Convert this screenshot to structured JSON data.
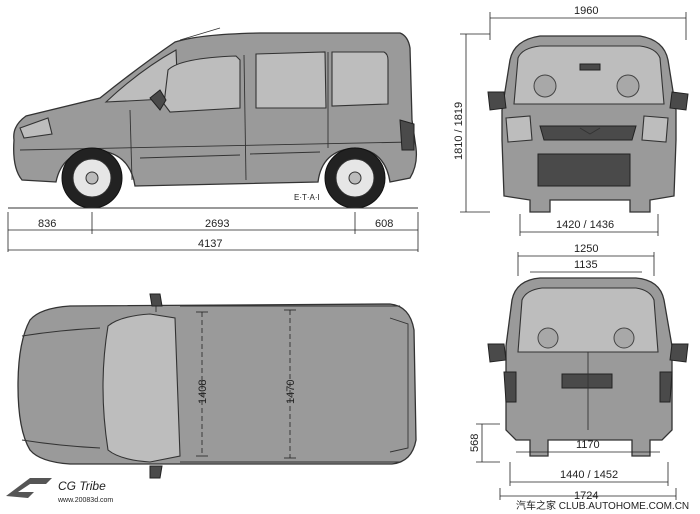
{
  "side_view": {
    "front_overhang": "836",
    "wheelbase": "2693",
    "rear_overhang": "608",
    "overall_length": "4137",
    "badge": "E·T·A·I"
  },
  "front_view": {
    "overall_width": "1960",
    "height": "1810 / 1819",
    "front_track": "1420 / 1436"
  },
  "top_view": {
    "interior_length_1": "1408",
    "interior_length_2": "1470"
  },
  "rear_view": {
    "rear_opening_top": "1250",
    "rear_opening_inner": "1135",
    "load_sill_height": "568",
    "load_floor_width": "1170",
    "rear_track": "1440 / 1452",
    "body_width": "1724"
  },
  "watermark": {
    "brand": "CG Tribe",
    "url": "www.20083d.com",
    "site": "汽车之家 CLUB.AUTOHOME.COM.CN"
  },
  "colors": {
    "body": "#9a9a9a",
    "glass": "#bdbdbd",
    "outline": "#333333"
  }
}
